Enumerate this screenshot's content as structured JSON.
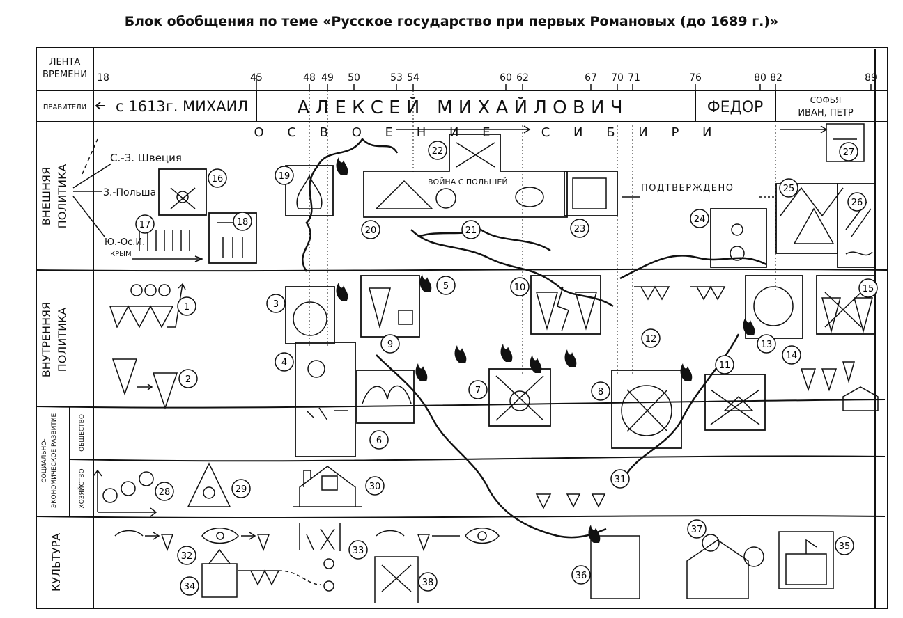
{
  "title": "Блок обобщения по теме «Русское государство при первых Романовых (до 1689 г.)»",
  "timeline": {
    "label_line1": "ЛЕНТА",
    "label_line2": "ВРЕМЕНИ",
    "ticks": [
      "18",
      "45",
      "48",
      "49",
      "50",
      "53",
      "54",
      "60",
      "62",
      "67",
      "70",
      "71",
      "76",
      "80",
      "82",
      "89"
    ]
  },
  "rulers": {
    "label": "ПРАВИТЕЛИ",
    "mikhail": "с 1613г. МИХАИЛ",
    "aleksei": "А Л Е К С Е Й   М И Х А Й Л О В И Ч",
    "fedor": "ФЕДОР",
    "sofia_line1": "СОФЬЯ",
    "sofia_line2": "ИВАН, ПЕТР"
  },
  "rows": {
    "foreign_line1": "ВНЕШНЯЯ",
    "foreign_line2": "ПОЛИТИКА",
    "domestic_line1": "ВНУТРЕННЯЯ",
    "domestic_line2": "ПОЛИТИКА",
    "socio_line1": "СОЦИАЛЬНО-",
    "socio_line2": "ЭКОНОМИЧЕСКОЕ РАЗВИТИЕ",
    "society": "ОБЩЕСТВО",
    "economy": "ХОЗЯЙСТВО",
    "culture": "КУЛЬТУРА"
  },
  "foreign": {
    "siberia": "О С В О Е Н И Е   С И Б И Р И",
    "directions": [
      "С.-З. Швеция",
      "З.-Польша",
      "Ю.-Ос.И.",
      "КРЫМ"
    ],
    "war": "ВОЙНА С ПОЛЬШЕЙ",
    "confirmed": "ПОДТВЕРЖДЕНО"
  },
  "numbers": [
    "1",
    "2",
    "3",
    "4",
    "5",
    "6",
    "7",
    "8",
    "9",
    "10",
    "11",
    "12",
    "13",
    "14",
    "15",
    "16",
    "17",
    "18",
    "19",
    "20",
    "21",
    "22",
    "23",
    "24",
    "25",
    "26",
    "27",
    "28",
    "29",
    "30",
    "31",
    "32",
    "33",
    "34",
    "35",
    "36",
    "37",
    "38"
  ]
}
